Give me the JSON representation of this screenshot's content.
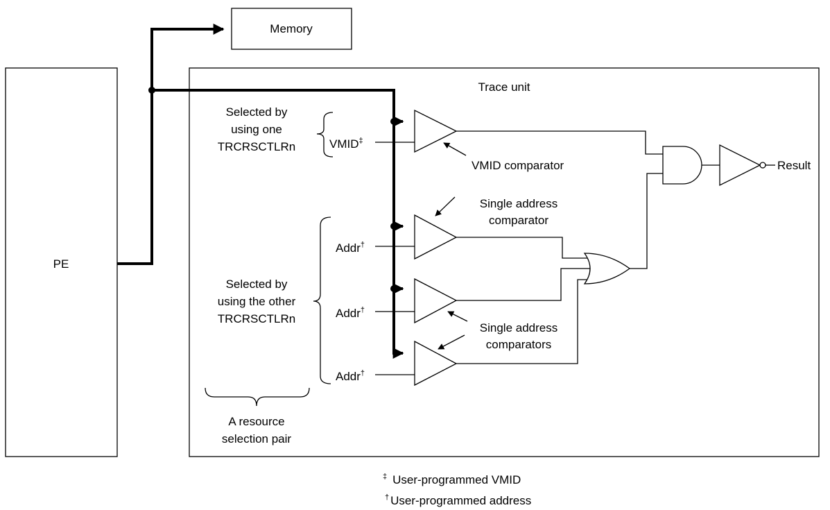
{
  "blocks": {
    "memory": "Memory",
    "pe": "PE",
    "trace_unit": "Trace unit"
  },
  "left_labels": {
    "group1": [
      "Selected by",
      "using one",
      "TRCRSCTLRn"
    ],
    "group2": [
      "Selected by",
      "using the other",
      "TRCRSCTLRn"
    ],
    "pair": [
      "A resource",
      "selection pair"
    ]
  },
  "inputs": {
    "vmid": "VMID",
    "vmid_mark": "‡",
    "addr": "Addr",
    "addr_mark": "†"
  },
  "callouts": {
    "vmid_comparator": "VMID comparator",
    "single_address_comparator": [
      "Single address",
      "comparator"
    ],
    "single_address_comparators": [
      "Single address",
      "comparators"
    ]
  },
  "output": {
    "result": "Result"
  },
  "footnotes": [
    {
      "mark": "‡",
      "text": "User-programmed VMID"
    },
    {
      "mark": "†",
      "text": "User-programmed address"
    }
  ]
}
